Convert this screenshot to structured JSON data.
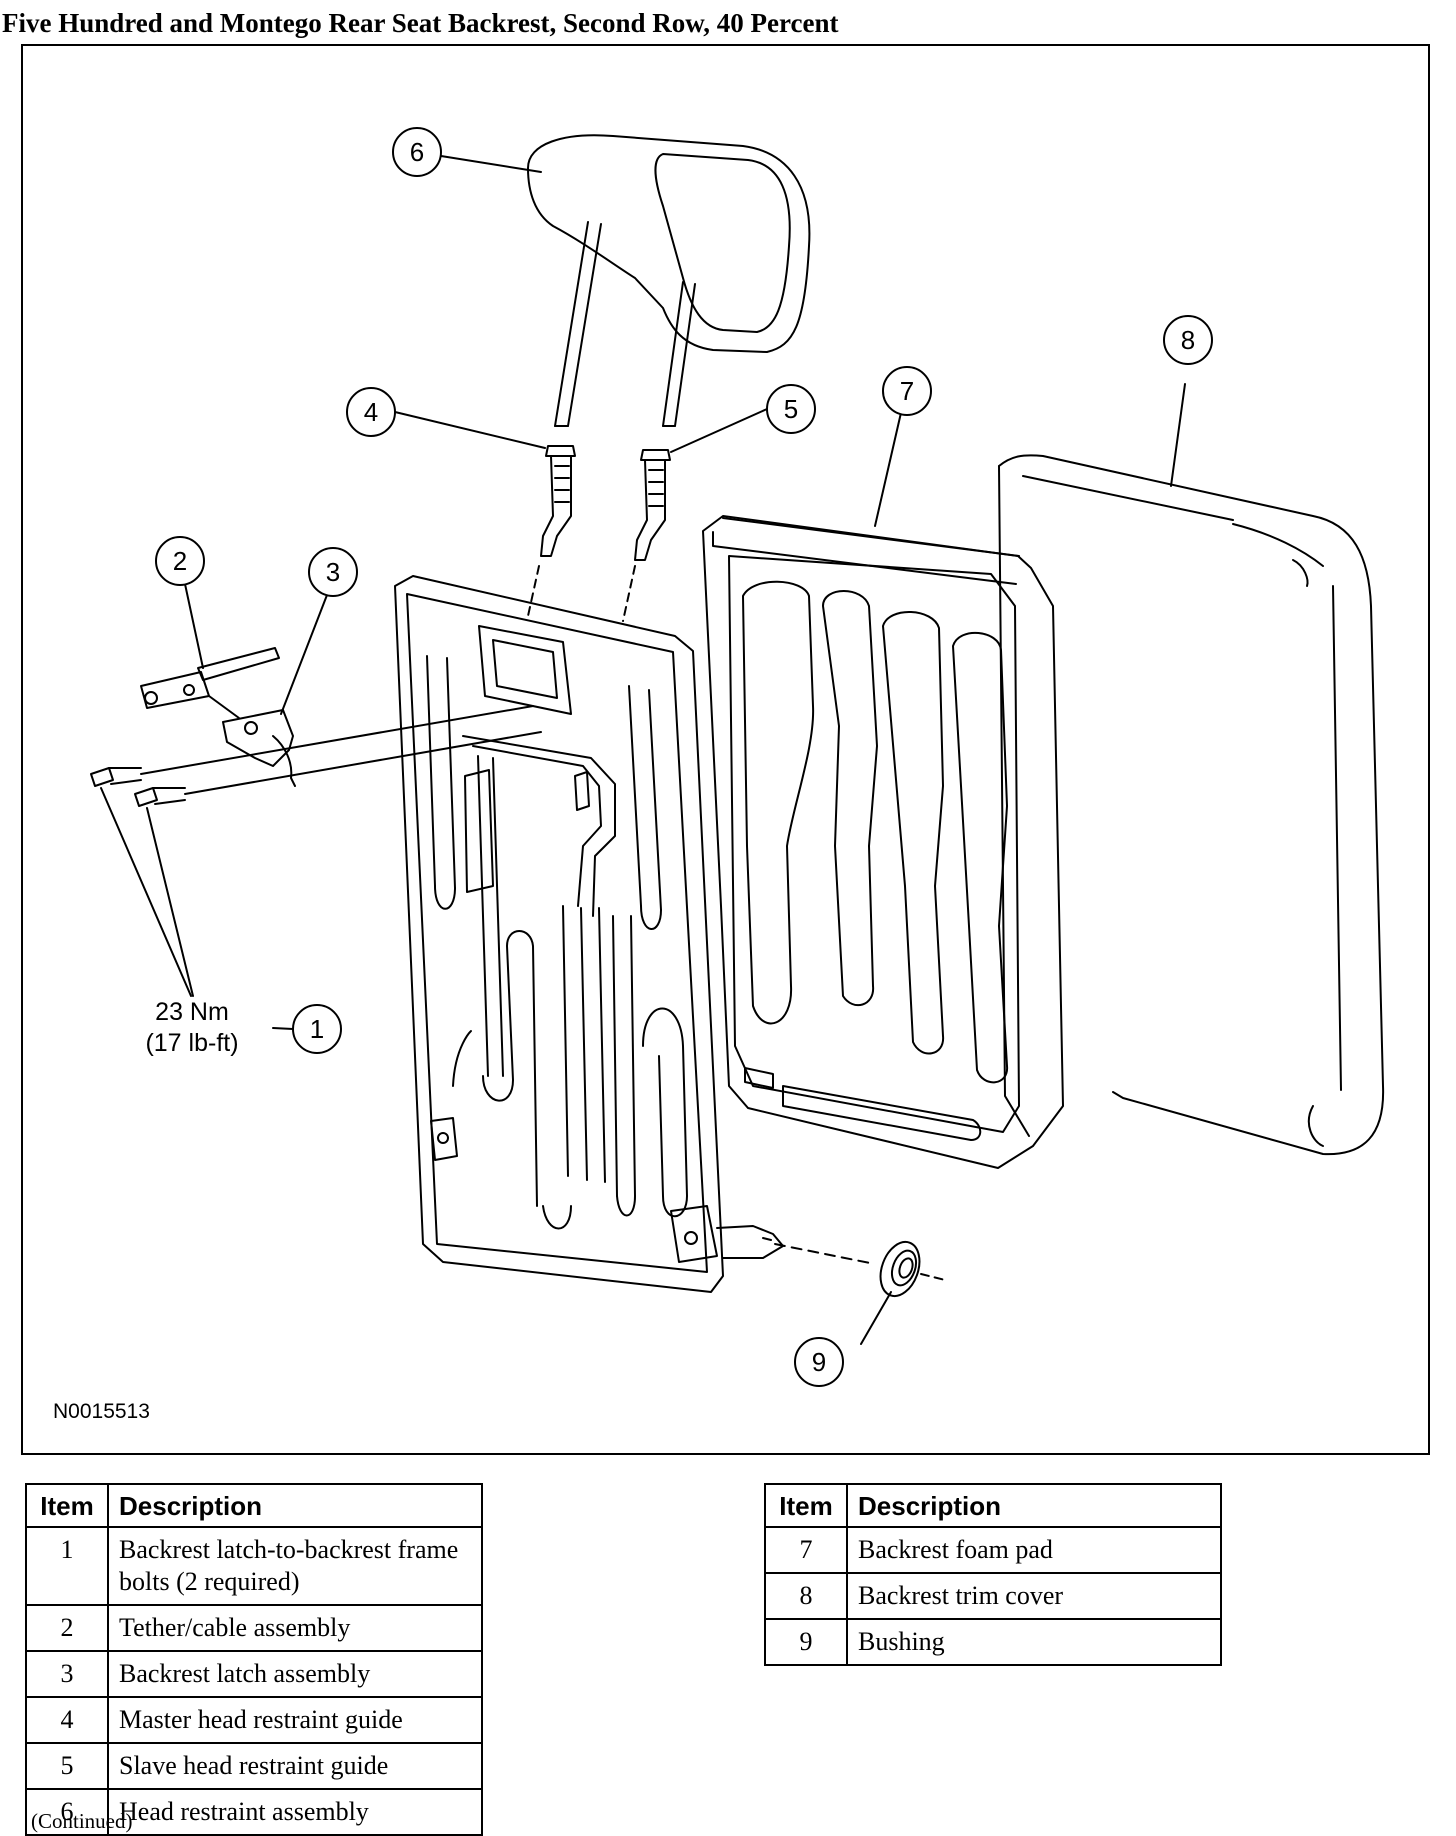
{
  "title": "Five Hundred and Montego Rear Seat Backrest, Second Row, 40 Percent",
  "diagram": {
    "figure_id": "N0015513",
    "torque_value": "23 Nm",
    "torque_alt": "(17 lb-ft)",
    "callouts": [
      "1",
      "2",
      "3",
      "4",
      "5",
      "6",
      "7",
      "8",
      "9"
    ]
  },
  "legend": {
    "header_item": "Item",
    "header_description": "Description",
    "left": [
      {
        "item": "1",
        "description": "Backrest latch-to-backrest frame bolts (2 required)"
      },
      {
        "item": "2",
        "description": "Tether/cable assembly"
      },
      {
        "item": "3",
        "description": "Backrest latch assembly"
      },
      {
        "item": "4",
        "description": "Master head restraint guide"
      },
      {
        "item": "5",
        "description": "Slave head restraint guide"
      },
      {
        "item": "6",
        "description": "Head restraint assembly"
      }
    ],
    "right": [
      {
        "item": "7",
        "description": "Backrest foam pad"
      },
      {
        "item": "8",
        "description": "Backrest trim cover"
      },
      {
        "item": "9",
        "description": "Bushing"
      }
    ]
  },
  "footer_note": "(Continued)"
}
